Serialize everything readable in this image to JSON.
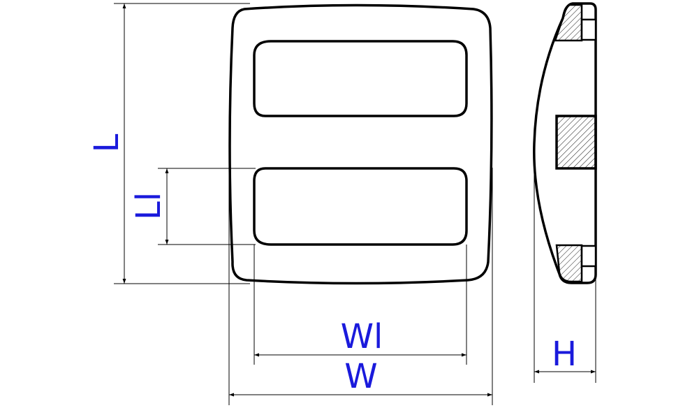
{
  "labels": {
    "length": "L",
    "inner_length": "Ll",
    "inner_width": "Wl",
    "width": "W",
    "height": "H"
  },
  "colors": {
    "outline": "#000000",
    "dimension_text": "#1a1adc",
    "background": "#ffffff"
  }
}
